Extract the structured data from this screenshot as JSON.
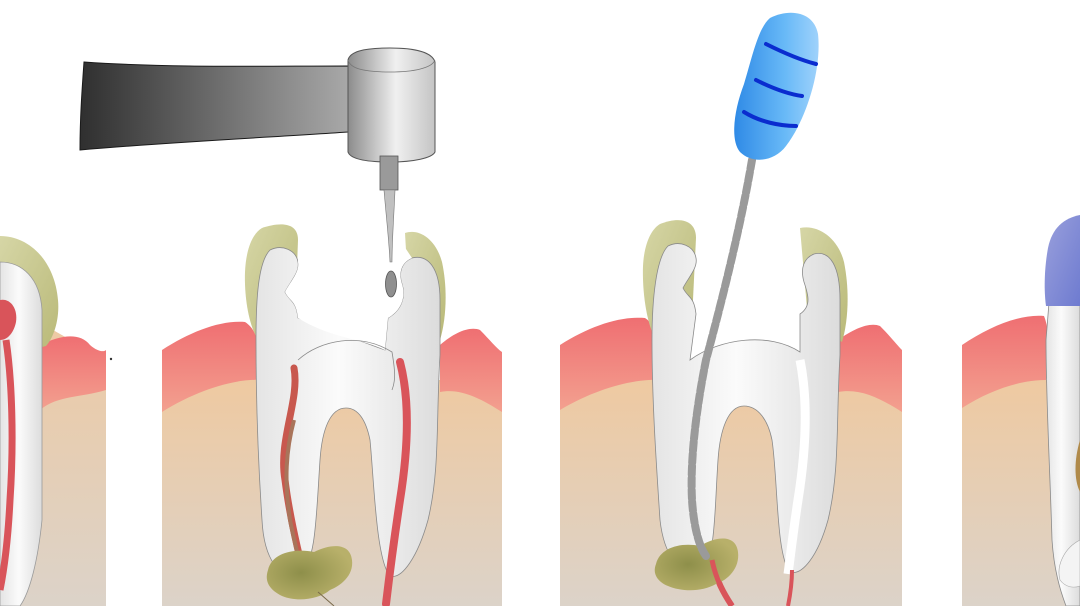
{
  "illustration": {
    "panels": [
      {
        "id": "panel-1",
        "tool": "none",
        "visibility": "partial-left"
      },
      {
        "id": "panel-2",
        "tool": "dental-handpiece-drill",
        "pulp": "infected"
      },
      {
        "id": "panel-3",
        "tool": "endodontic-file",
        "pulp": "canal-cleaning"
      },
      {
        "id": "panel-4",
        "tool": "none",
        "visibility": "partial-right"
      }
    ],
    "colors": {
      "gum": "#ee7a7c",
      "bone": "#e8cfae",
      "dentin": "#f5f5f5",
      "enamel": "#c9c98a",
      "pulp": "#d9545a",
      "abscess": "#9e9a52",
      "handpiece_dark": "#3a3a3a",
      "handpiece_light": "#e6e6e6",
      "file_handle": "#4aa6f2",
      "file_ring": "#0a2ccf",
      "file_shaft": "#b0b0b0",
      "filling": "#8f96d6"
    }
  }
}
